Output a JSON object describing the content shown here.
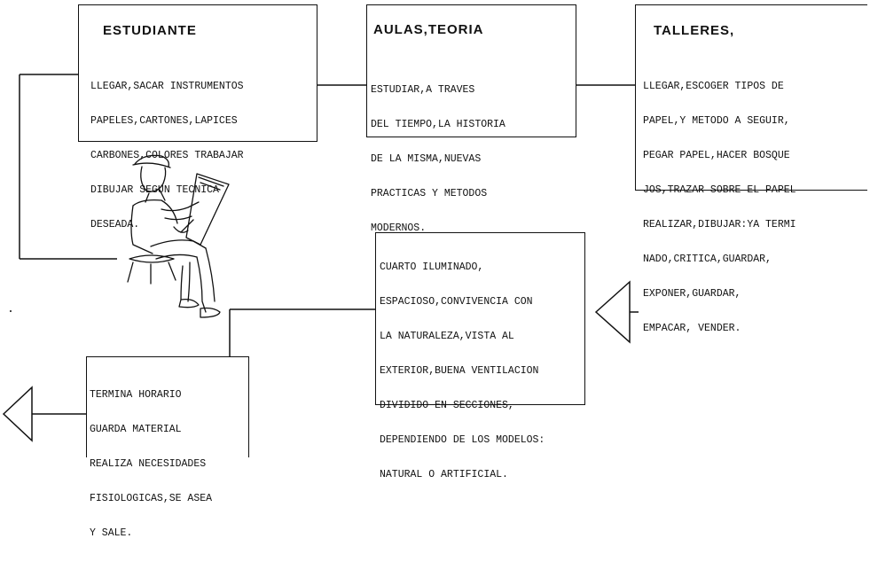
{
  "boxes": {
    "estudiante": {
      "title": "ESTUDIANTE",
      "lines": [
        "LLEGAR,SACAR INSTRUMENTOS",
        "PAPELES,CARTONES,LAPICES",
        "CARBONES,COLORES TRABAJAR",
        "DIBUJAR SEGUN TECNICA",
        "DESEADA."
      ]
    },
    "aulas": {
      "title": "AULAS,TEORIA",
      "lines": [
        "ESTUDIAR,A TRAVES",
        "DEL TIEMPO,LA HISTORIA",
        "DE LA MISMA,NUEVAS",
        "PRACTICAS Y METODOS",
        "MODERNOS."
      ]
    },
    "talleres": {
      "title": "TALLERES,",
      "lines": [
        "LLEGAR,ESCOGER TIPOS DE",
        "PAPEL,Y METODO A SEGUIR,",
        "PEGAR PAPEL,HACER BOSQUE",
        "JOS,TRAZAR SOBRE EL PAPEL",
        "REALIZAR,DIBUJAR:YA TERMI",
        "NADO,CRITICA,GUARDAR,",
        "EXPONER,GUARDAR,",
        "EMPACAR, VENDER."
      ]
    },
    "cuarto": {
      "lines": [
        "CUARTO ILUMINADO,",
        "ESPACIOSO,CONVIVENCIA CON",
        "LA NATURALEZA,VISTA AL",
        "EXTERIOR,BUENA VENTILACION",
        "DIVIDIDO EN SECCIONES,",
        "DEPENDIENDO DE LOS MODELOS:",
        "NATURAL O ARTIFICIAL."
      ]
    },
    "termina": {
      "lines": [
        "TERMINA HORARIO",
        "GUARDA MATERIAL",
        "REALIZA NECESIDADES",
        "FISIOLOGICAS,SE ASEA",
        "Y SALE."
      ]
    }
  },
  "figure": {
    "name": "seated-artist-drawing-sketch"
  }
}
